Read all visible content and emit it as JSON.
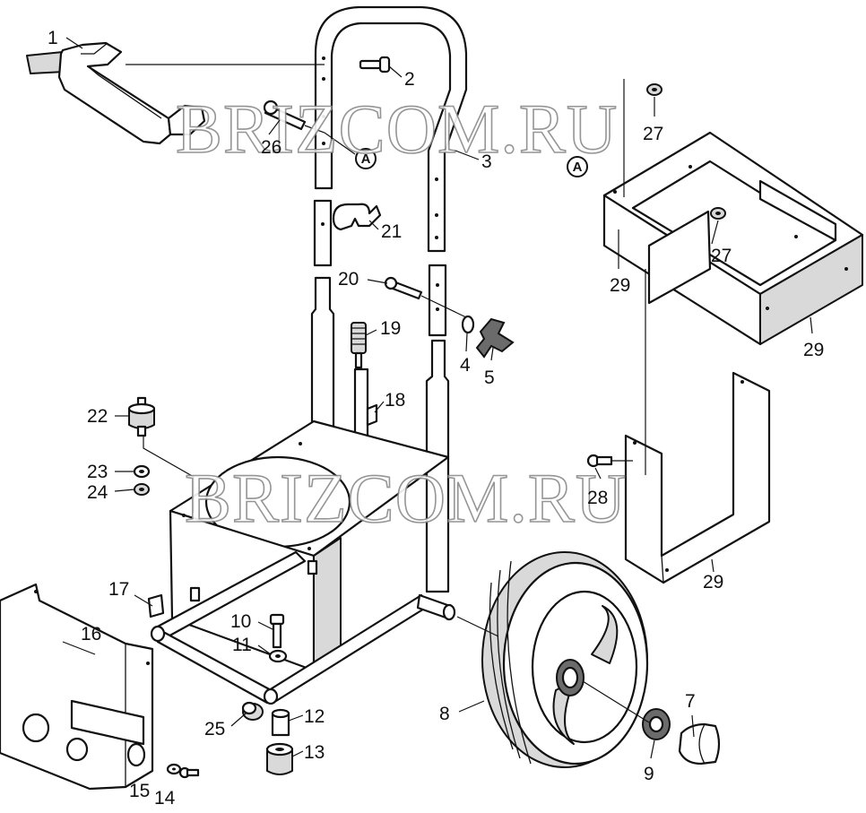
{
  "watermarks": [
    "BRIZCOM.RU",
    "BRIZCOM.RU"
  ],
  "reference_marks": [
    "A",
    "A"
  ],
  "callouts": [
    {
      "id": "c1",
      "label": "1"
    },
    {
      "id": "c2",
      "label": "2"
    },
    {
      "id": "c3",
      "label": "3"
    },
    {
      "id": "c4",
      "label": "4"
    },
    {
      "id": "c5",
      "label": "5"
    },
    {
      "id": "c7",
      "label": "7"
    },
    {
      "id": "c8",
      "label": "8"
    },
    {
      "id": "c9",
      "label": "9"
    },
    {
      "id": "c10",
      "label": "10"
    },
    {
      "id": "c11",
      "label": "11"
    },
    {
      "id": "c12",
      "label": "12"
    },
    {
      "id": "c13",
      "label": "13"
    },
    {
      "id": "c14",
      "label": "14"
    },
    {
      "id": "c15",
      "label": "15"
    },
    {
      "id": "c16",
      "label": "16"
    },
    {
      "id": "c17",
      "label": "17"
    },
    {
      "id": "c18",
      "label": "18"
    },
    {
      "id": "c19",
      "label": "19"
    },
    {
      "id": "c20",
      "label": "20"
    },
    {
      "id": "c21",
      "label": "21"
    },
    {
      "id": "c22",
      "label": "22"
    },
    {
      "id": "c23",
      "label": "23"
    },
    {
      "id": "c24",
      "label": "24"
    },
    {
      "id": "c25",
      "label": "25"
    },
    {
      "id": "c26",
      "label": "26"
    },
    {
      "id": "c27a",
      "label": "27"
    },
    {
      "id": "c27b",
      "label": "27"
    },
    {
      "id": "c28",
      "label": "28"
    },
    {
      "id": "c29a",
      "label": "29"
    },
    {
      "id": "c29b",
      "label": "29"
    },
    {
      "id": "c29c",
      "label": "29"
    }
  ]
}
